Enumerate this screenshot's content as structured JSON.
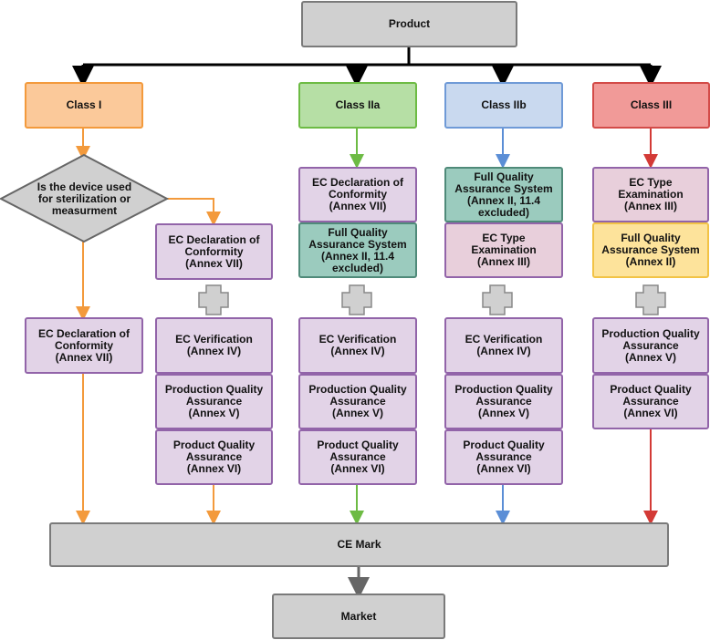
{
  "product": "Product",
  "classes": {
    "class_i": "Class I",
    "class_iia": "Class IIa",
    "class_iib": "Class IIb",
    "class_iii": "Class III"
  },
  "question": "Is the device used\nfor sterilization or\nmeasurment",
  "class_i_left": {
    "ec_declaration": "EC Declaration of\nConformity\n(Annex VII)"
  },
  "class_i_right": {
    "ec_declaration": "EC Declaration of\nConformity\n(Annex VII)",
    "ec_verification": "EC Verification\n(Annex IV)",
    "production_qa": "Production Quality\nAssurance\n(Annex V)",
    "product_qa": "Product Quality\nAssurance\n(Annex VI)"
  },
  "class_iia_col": {
    "ec_declaration": "EC Declaration of\nConformity\n(Annex VII)",
    "full_qa": "Full Quality\nAssurance System\n(Annex II, 11.4\nexcluded)",
    "ec_verification": "EC Verification\n(Annex IV)",
    "production_qa": "Production Quality\nAssurance\n(Annex V)",
    "product_qa": "Product Quality\nAssurance\n(Annex VI)"
  },
  "class_iib_col": {
    "full_qa": "Full Quality\nAssurance System\n(Annex II, 11.4\nexcluded)",
    "ec_type": "EC Type\nExamination\n(Annex III)",
    "ec_verification": "EC Verification\n(Annex IV)",
    "production_qa": "Production Quality\nAssurance\n(Annex V)",
    "product_qa": "Product Quality\nAssurance\n(Annex VI)"
  },
  "class_iii_col": {
    "ec_type": "EC Type\nExamination\n(Annex III)",
    "full_qa": "Full Quality\nAssurance System\n(Annex II)",
    "production_qa": "Production Quality\nAssurance\n(Annex V)",
    "product_qa": "Product Quality\nAssurance\n(Annex VI)"
  },
  "ce_mark": "CE Mark",
  "market": "Market",
  "colors": {
    "black_arrow": "#000000",
    "orange_arrow": "#f39a3c",
    "green_arrow": "#6dbb44",
    "blue_arrow": "#5b8ed6",
    "red_arrow": "#d33a36",
    "gray_arrow": "#666666",
    "plus_fill": "#d0d0d0",
    "plus_stroke": "#888888"
  }
}
